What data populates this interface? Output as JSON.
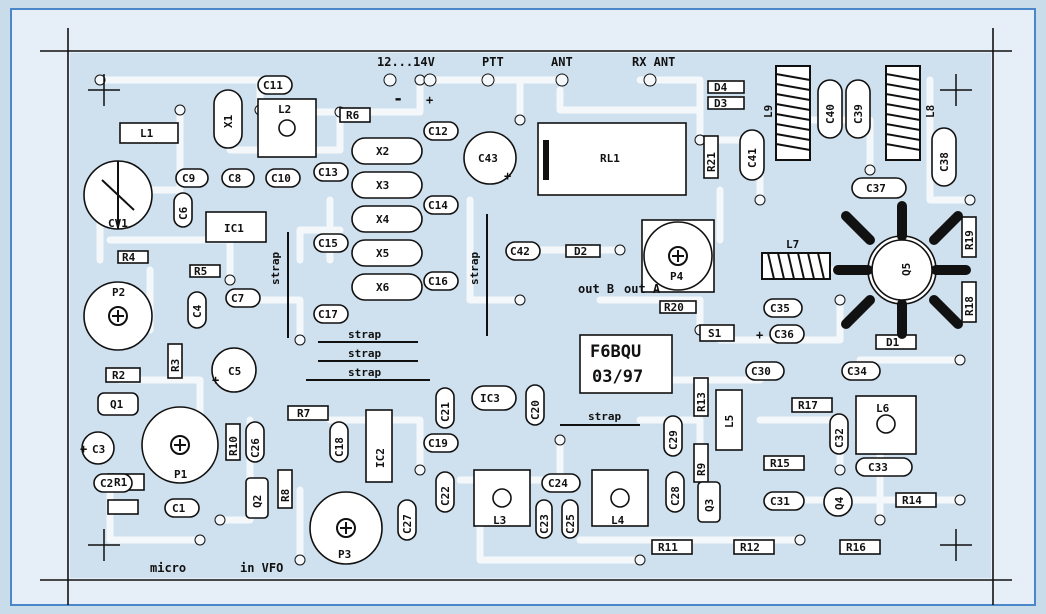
{
  "board_title": "F6BQU",
  "board_date": "03/97",
  "top_labels": {
    "supply": "12...14V",
    "ptt": "PTT",
    "ant": "ANT",
    "rx_ant": "RX ANT",
    "minus": "-",
    "plus": "+"
  },
  "bottom_labels": {
    "micro": "micro",
    "in_vfo": "in VFO"
  },
  "mid_labels": {
    "out_b": "out B",
    "out_a": "out A"
  },
  "strap_label": "strap",
  "pcb_colors": {
    "board": "#c9dcea",
    "track": "#f2f6fa",
    "ink": "#111111",
    "frame": "#4a86c8"
  },
  "components": {
    "C11": "C11",
    "L2": "L2",
    "R6": "R6",
    "C12": "C12",
    "D4": "D4",
    "D3": "D3",
    "L9": "L9",
    "C40": "C40",
    "C39": "C39",
    "L8": "L8",
    "L1": "L1",
    "X1": "X1",
    "X2": "X2",
    "X3": "X3",
    "X4": "X4",
    "X5": "X5",
    "X6": "X6",
    "C43": "C43",
    "RL1": "RL1",
    "R21": "R21",
    "C41": "C41",
    "C38": "C38",
    "C9": "C9",
    "C8": "C8",
    "C10": "C10",
    "C13": "C13",
    "C14": "C14",
    "C37": "C37",
    "CV1": "CV1",
    "C6": "C6",
    "IC1": "IC1",
    "C15": "C15",
    "C16": "C16",
    "R19": "R19",
    "R4": "R4",
    "R5": "R5",
    "C42": "C42",
    "D2": "D2",
    "P4": "P4",
    "L7": "L7",
    "Q5": "Q5",
    "P2": "P2",
    "C7": "C7",
    "C4": "C4",
    "C17": "C17",
    "R20": "R20",
    "C35": "C35",
    "R18": "R18",
    "S1": "S1",
    "C36": "C36",
    "R3": "R3",
    "C5": "C5",
    "D1": "D1",
    "R2": "R2",
    "C30": "C30",
    "C34": "C34",
    "Q1": "Q1",
    "R7": "R7",
    "IC3": "IC3",
    "C20": "C20",
    "C21": "C21",
    "R13": "R13",
    "L5": "L5",
    "R17": "R17",
    "L6": "L6",
    "C3": "C3",
    "R1": "R1",
    "C26": "C26",
    "C18": "C18",
    "IC2": "IC2",
    "C19": "C19",
    "C29": "C29",
    "C32": "C32",
    "P1": "P1",
    "R10": "R10",
    "R15": "R15",
    "C33": "C33",
    "C2": "C2",
    "C1": "C1",
    "Q2": "Q2",
    "R8": "R8",
    "C22": "C22",
    "C24": "C24",
    "C28": "C28",
    "Q3": "Q3",
    "C31": "C31",
    "Q4": "Q4",
    "R14": "R14",
    "R9": "R9",
    "L3": "L3",
    "L4": "L4",
    "C23": "C23",
    "C25": "C25",
    "C27": "C27",
    "P3": "P3",
    "R11": "R11",
    "R12": "R12",
    "R16": "R16"
  }
}
